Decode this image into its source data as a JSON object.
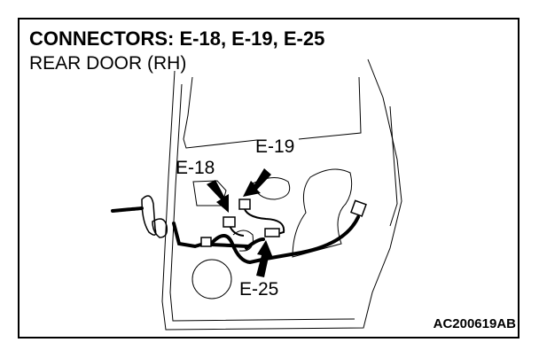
{
  "title": "CONNECTORS: E-18, E-19, E-25",
  "subtitle": "REAR DOOR (RH)",
  "labels": {
    "e18": "E-18",
    "e19": "E-19",
    "e25": "E-25"
  },
  "figure_code": "AC200619AB"
}
